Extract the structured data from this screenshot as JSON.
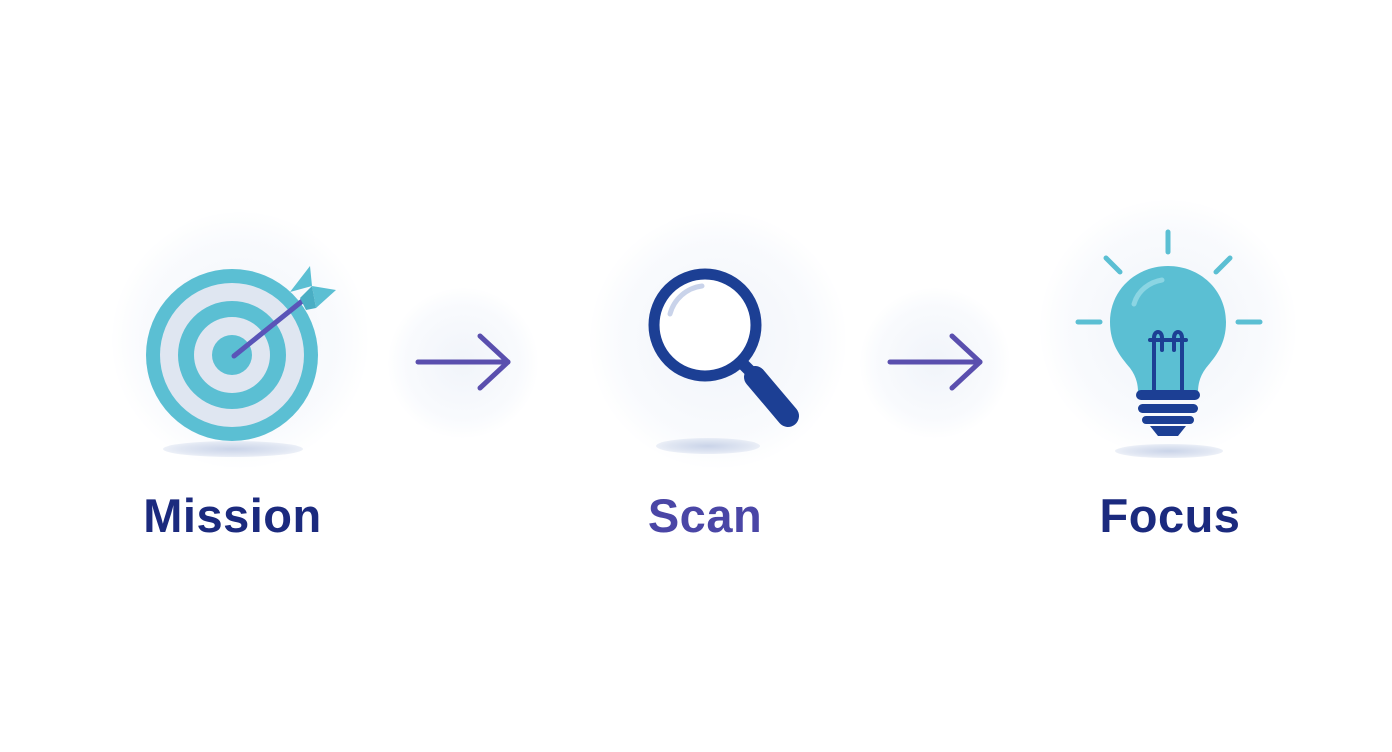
{
  "steps": [
    {
      "label": "Mission",
      "icon": "target-icon",
      "label_color": "#1b2a7e"
    },
    {
      "label": "Scan",
      "icon": "magnifier-icon",
      "label_color": "#4a46a6"
    },
    {
      "label": "Focus",
      "icon": "lightbulb-icon",
      "label_color": "#1b2a7e"
    }
  ],
  "connectors": [
    {
      "icon": "arrow-right-icon"
    },
    {
      "icon": "arrow-right-icon"
    }
  ],
  "colors": {
    "teal": "#5bbfd3",
    "light_ring": "#dfe6f1",
    "navy": "#1c3f94",
    "arrow": "#5a4fae",
    "dart": "#5a54b8"
  }
}
